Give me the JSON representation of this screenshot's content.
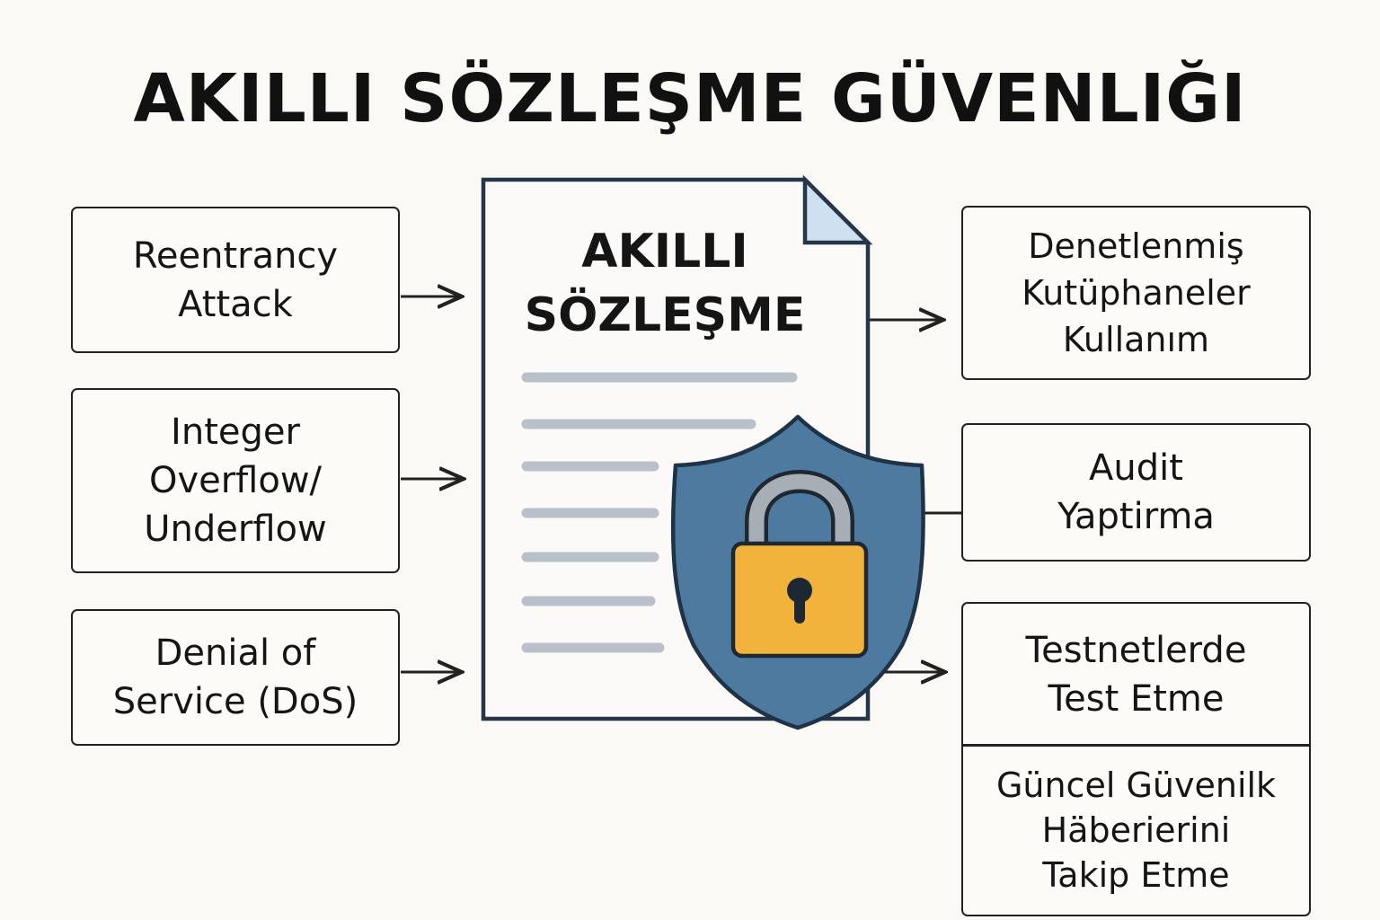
{
  "title": "AKILLI SÖZLEŞME GÜVENLIĞI",
  "document": {
    "line1": "AKILLI",
    "line2": "SÖZLEŞME"
  },
  "threats": [
    {
      "label": "Reentrancy\nAttack"
    },
    {
      "label": "Integer\nOverflow/\nUnderflow"
    },
    {
      "label": "Denial of\nService (DoS)"
    }
  ],
  "measures": [
    {
      "label": "Denetlenmiş\nKutüphaneler\nKullanım"
    },
    {
      "label": "Audit\nYaptirma"
    },
    {
      "label": "Testnetlerde\nTest Etme"
    },
    {
      "label": "Güncel Güvenilk\nHäberierini\nTakip Etme"
    }
  ],
  "colors": {
    "shield": "#4e7aa0",
    "lock_body": "#f2b33d",
    "shackle": "#a8aeb6",
    "doc_lines": "#b9c0c9",
    "doc_corner": "#cfe0f0"
  },
  "icons": [
    "document-icon",
    "shield-icon",
    "padlock-icon"
  ]
}
